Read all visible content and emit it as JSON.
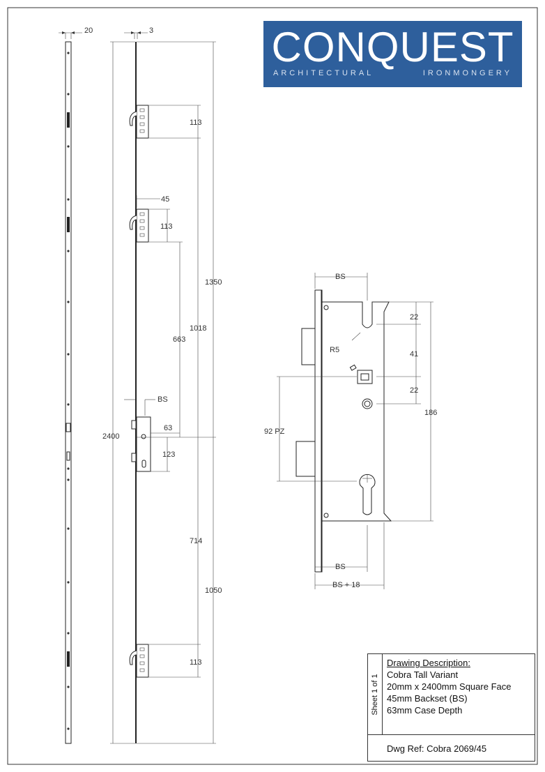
{
  "logo": {
    "brand": "CONQUEST",
    "sub_left": "ARCHITECTURAL",
    "sub_right": "IRONMONGERY"
  },
  "dimensions": {
    "face_width": "20",
    "face_thickness": "3",
    "total_length": "2400",
    "to_top_hook": "1350",
    "to_mid_hook": "1018",
    "mid_hook_to_centre": "663",
    "hook_spacing_top": "113",
    "hook_spacing_mid": "113",
    "hook_spacing_bottom": "113",
    "mid_hook_backset": "45",
    "case_backset": "BS",
    "follower_offset": "63",
    "cylinder_offset": "123",
    "centre_to_bottom_case": "714",
    "to_bottom_hook": "1050"
  },
  "detail": {
    "backset_top": "BS",
    "backset_bottom": "BS",
    "backset_plus": "BS + 18",
    "radius": "R5",
    "top_gap": "22",
    "top_to_follower": "41",
    "follower_to_latch": "22",
    "case_height": "186",
    "pz": "92 PZ"
  },
  "title_block": {
    "sheet": "Sheet 1 of 1",
    "heading": "Drawing Description:",
    "line1": "Cobra Tall Variant",
    "line2": "20mm x 2400mm Square Face",
    "line3": "45mm Backset (BS)",
    "line4": "63mm Case Depth",
    "dwg_ref": "Dwg Ref: Cobra 2069/45"
  }
}
